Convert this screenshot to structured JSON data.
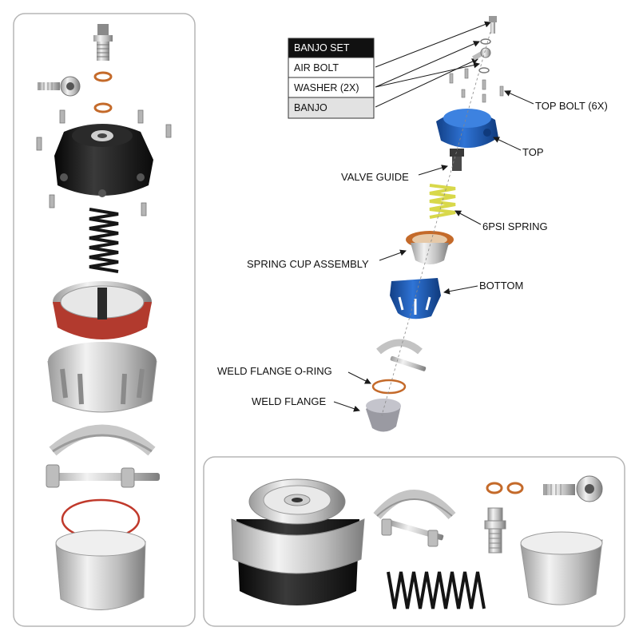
{
  "legend_table": {
    "header": "BANJO SET",
    "rows": [
      "AIR BOLT",
      "WASHER (2X)",
      "BANJO"
    ]
  },
  "callouts": {
    "top_bolt": "TOP BOLT (6X)",
    "top": "TOP",
    "valve_guide": "VALVE GUIDE",
    "spring": "6PSI SPRING",
    "spring_cup": "SPRING CUP ASSEMBLY",
    "bottom": "BOTTOM",
    "oring": "WELD FLANGE O-RING",
    "weld_flange": "WELD FLANGE"
  },
  "colors": {
    "blue_part": "#1f5fbf",
    "yellow_spring": "#d8d84a",
    "copper": "#c46a2a",
    "oring_red": "#c0392b",
    "black_body": "#141414",
    "silver": "#c9c9c9"
  }
}
